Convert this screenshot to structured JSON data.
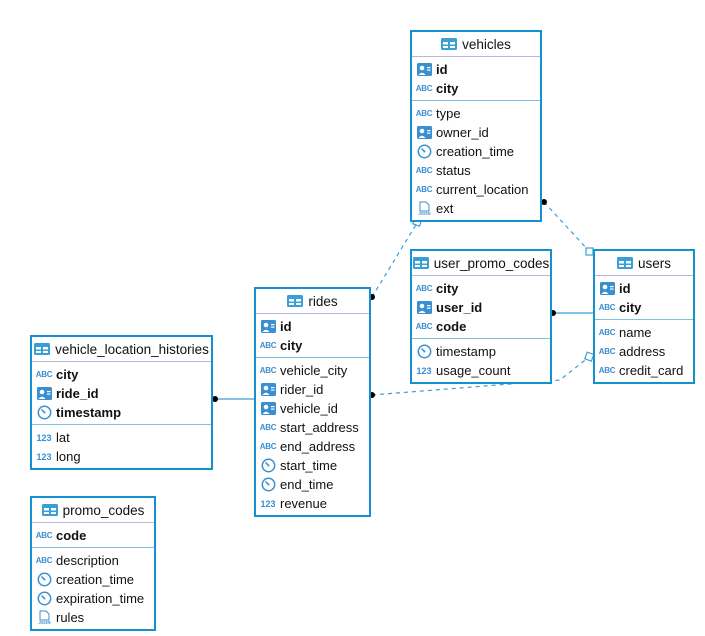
{
  "colors": {
    "border": "#1591cf",
    "icon": "#3b8fd3",
    "line": "#3a9fd6"
  },
  "tables": [
    {
      "id": "vehicles",
      "name": "vehicles",
      "keys": [
        {
          "name": "id",
          "type": "key"
        },
        {
          "name": "city",
          "type": "abc"
        }
      ],
      "columns": [
        {
          "name": "type",
          "type": "abc"
        },
        {
          "name": "owner_id",
          "type": "key"
        },
        {
          "name": "creation_time",
          "type": "time"
        },
        {
          "name": "status",
          "type": "abc"
        },
        {
          "name": "current_location",
          "type": "abc"
        },
        {
          "name": "ext",
          "type": "json"
        }
      ]
    },
    {
      "id": "users",
      "name": "users",
      "keys": [
        {
          "name": "id",
          "type": "key"
        },
        {
          "name": "city",
          "type": "abc"
        }
      ],
      "columns": [
        {
          "name": "name",
          "type": "abc"
        },
        {
          "name": "address",
          "type": "abc"
        },
        {
          "name": "credit_card",
          "type": "abc"
        }
      ]
    },
    {
      "id": "user_promo_codes",
      "name": "user_promo_codes",
      "keys": [
        {
          "name": "city",
          "type": "abc"
        },
        {
          "name": "user_id",
          "type": "key"
        },
        {
          "name": "code",
          "type": "abc"
        }
      ],
      "columns": [
        {
          "name": "timestamp",
          "type": "time"
        },
        {
          "name": "usage_count",
          "type": "num"
        }
      ]
    },
    {
      "id": "rides",
      "name": "rides",
      "keys": [
        {
          "name": "id",
          "type": "key"
        },
        {
          "name": "city",
          "type": "abc"
        }
      ],
      "columns": [
        {
          "name": "vehicle_city",
          "type": "abc"
        },
        {
          "name": "rider_id",
          "type": "key"
        },
        {
          "name": "vehicle_id",
          "type": "key"
        },
        {
          "name": "start_address",
          "type": "abc"
        },
        {
          "name": "end_address",
          "type": "abc"
        },
        {
          "name": "start_time",
          "type": "time"
        },
        {
          "name": "end_time",
          "type": "time"
        },
        {
          "name": "revenue",
          "type": "num"
        }
      ]
    },
    {
      "id": "vehicle_location_histories",
      "name": "vehicle_location_histories",
      "keys": [
        {
          "name": "city",
          "type": "abc"
        },
        {
          "name": "ride_id",
          "type": "key"
        },
        {
          "name": "timestamp",
          "type": "time"
        }
      ],
      "columns": [
        {
          "name": "lat",
          "type": "num"
        },
        {
          "name": "long",
          "type": "num"
        }
      ]
    },
    {
      "id": "promo_codes",
      "name": "promo_codes",
      "keys": [
        {
          "name": "code",
          "type": "abc"
        }
      ],
      "columns": [
        {
          "name": "description",
          "type": "abc"
        },
        {
          "name": "creation_time",
          "type": "time"
        },
        {
          "name": "expiration_time",
          "type": "time"
        },
        {
          "name": "rules",
          "type": "json"
        }
      ]
    }
  ],
  "relations": [
    {
      "from": "rides",
      "to": "vehicles",
      "style": "dashed"
    },
    {
      "from": "vehicles",
      "to": "users",
      "style": "dashed"
    },
    {
      "from": "user_promo_codes",
      "to": "users",
      "style": "solid"
    },
    {
      "from": "rides",
      "to": "users",
      "style": "dashed"
    },
    {
      "from": "vehicle_location_histories",
      "to": "rides",
      "style": "solid"
    }
  ]
}
